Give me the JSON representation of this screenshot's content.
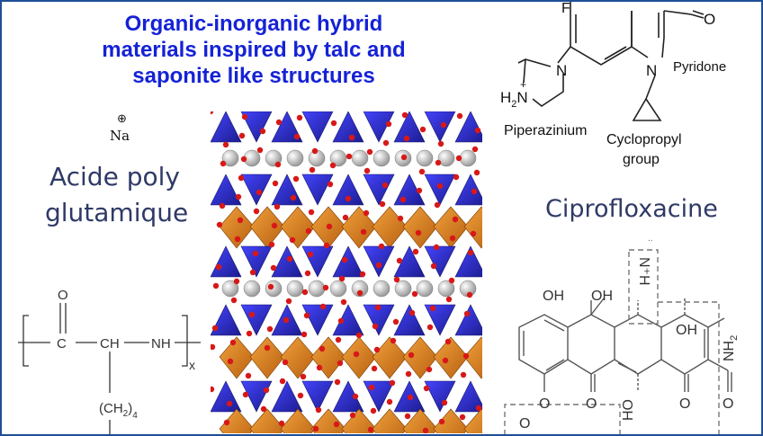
{
  "title": {
    "lines": [
      "Organic-inorganic hybrid",
      "materials inspired by talc and",
      "saponite like structures"
    ]
  },
  "left": {
    "sodium": "Na",
    "sodium_charge": "⊕",
    "compound_name_line1": "Acide poly",
    "compound_name_line2": "glutamique",
    "structure": {
      "carbonyl_o": "O",
      "c": "C",
      "ch": "CH",
      "nh": "NH",
      "subscript_x": "x",
      "side_chain": "(CH",
      "side_chain_sub": "2",
      "side_chain_end": ")",
      "side_chain_index": "4"
    }
  },
  "right": {
    "fluorine": "F",
    "carbonyl_o": "O",
    "n_ring": "N",
    "n_pip": "N",
    "h2n": "H",
    "h2n_sub": "2",
    "h2n_n": "N",
    "plus": "+",
    "pyridone": "Pyridone",
    "piperazinium": "Piperazinium",
    "cyclopropyl_line1": "Cyclopropyl",
    "cyclopropyl_line2": "group",
    "compound_name": "Ciprofloxacine",
    "dots": "..",
    "tetracycline": {
      "oh_left": "OH",
      "oh_mid": "OH",
      "nh_plus": "N⁺H",
      "oh_right": "OH",
      "nh2": "NH",
      "nh2_sub": "2",
      "ho": "HO",
      "o1": "O",
      "o2": "O",
      "o3": "O",
      "o4": "O",
      "o5": "O"
    }
  }
}
